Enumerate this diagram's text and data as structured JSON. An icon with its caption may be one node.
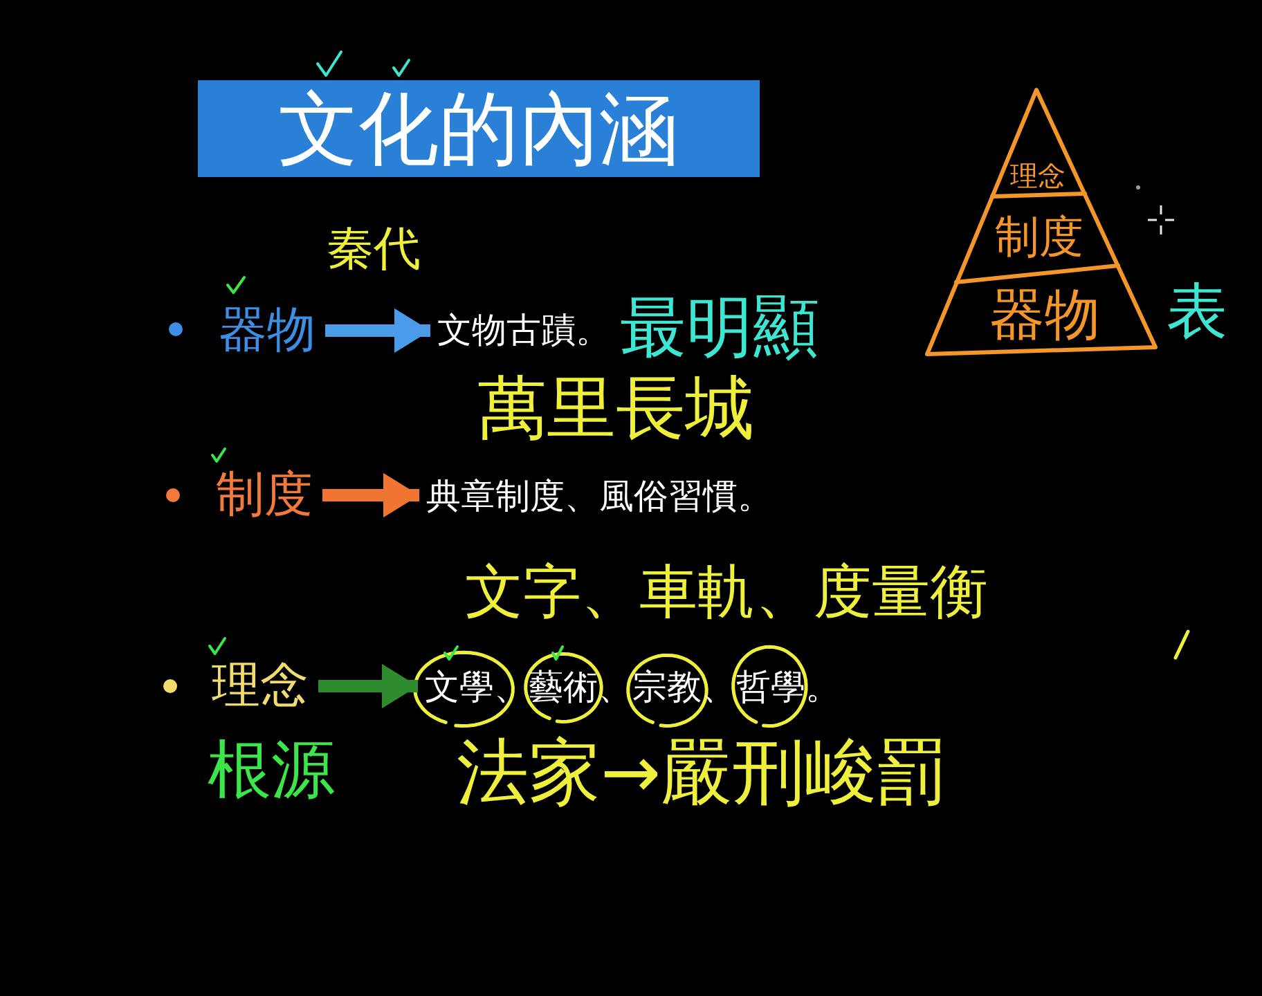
{
  "diagram": {
    "title": "文化的內涵",
    "nodes": [
      {
        "text": [
          "器物"
        ]
      },
      {
        "text": [
          "文物古蹟。"
        ]
      },
      {
        "text": [
          "制度"
        ]
      },
      {
        "text": [
          "典章制度、風俗習慣。"
        ]
      },
      {
        "text": [
          "理念"
        ]
      },
      {
        "text": [
          "文學、藝術、宗教、哲學。"
        ]
      },
      {
        "text": [],
        "shape": "triangle"
      },
      {
        "text": [
          "理念"
        ],
        "in": 6
      },
      {
        "text": [
          "制度"
        ],
        "in": 6
      },
      {
        "text": [
          "器物"
        ],
        "in": 6,
        "beside": [
          "表"
        ]
      }
    ],
    "edges": [
      {
        "from": 0,
        "to": 1,
        "arrow": "to",
        "color": "#4a9be8"
      },
      {
        "from": 2,
        "to": 3,
        "arrow": "to",
        "color": "#f07432"
      },
      {
        "from": 4,
        "to": 5,
        "arrow": "to",
        "color": "#2e8b2e"
      }
    ],
    "labels": [
      "秦代",
      "最明顯",
      "萬里長城",
      "文字、車軌、度量衡",
      "根源",
      "法家→嚴刑峻罰"
    ]
  }
}
